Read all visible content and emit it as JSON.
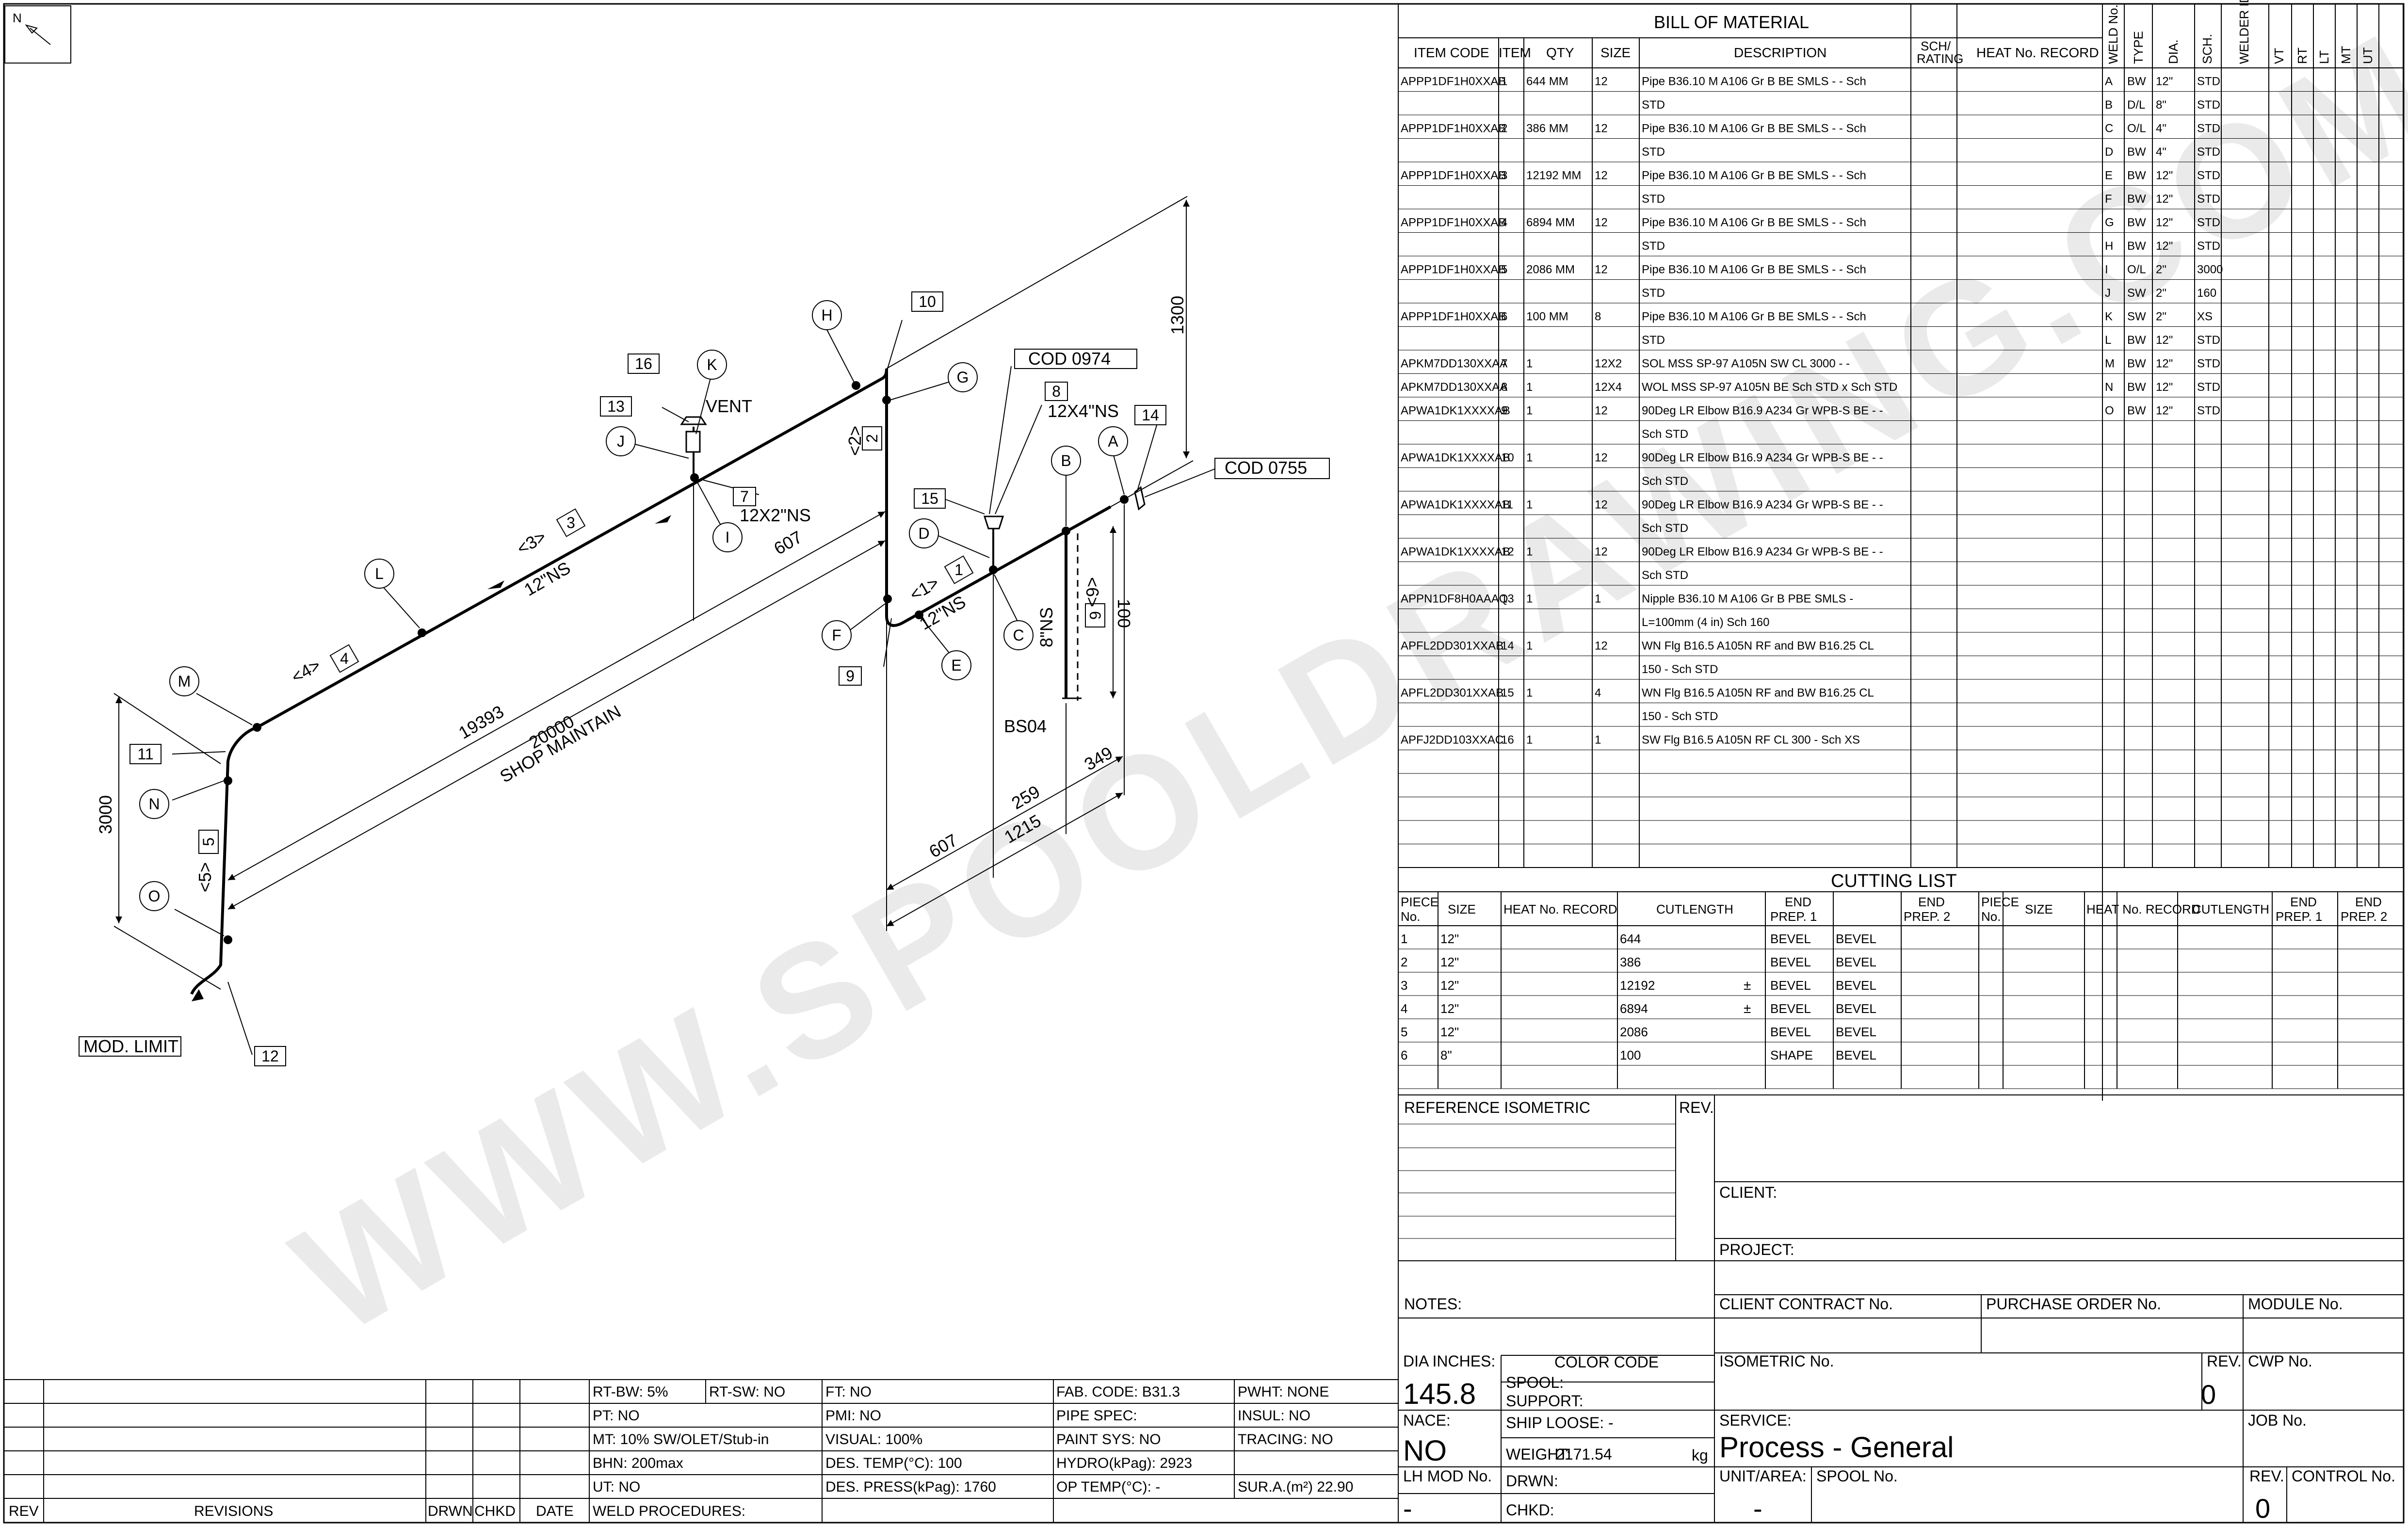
{
  "watermark": "WWW.SPOOLDRAWING.COM",
  "north": "N",
  "iso": {
    "welds": [
      "A",
      "B",
      "C",
      "D",
      "E",
      "F",
      "G",
      "H",
      "I",
      "J",
      "K",
      "L",
      "M",
      "N",
      "O"
    ],
    "item_tags": [
      "1",
      "2",
      "3",
      "4",
      "5",
      "6",
      "7",
      "8",
      "9",
      "10",
      "11",
      "12",
      "13",
      "14",
      "15",
      "16"
    ],
    "segment_tags": [
      "<1>",
      "<2>",
      "<3>",
      "<4>",
      "<5>",
      "<6>"
    ],
    "texts": {
      "vent": "VENT",
      "ns12x2": "12X2\"NS",
      "ns12x4": "12X4\"NS",
      "ns12a": "12\"NS",
      "ns12b": "12\"NS",
      "ns8": "8\"NS",
      "cod0974": "COD 0974",
      "cod0755": "COD 0755",
      "bs04": "BS04",
      "mod_limit": "MOD. LIMIT",
      "shop_maintain": "SHOP MAINTAIN"
    },
    "dims": {
      "d1300": "1300",
      "d607a": "607",
      "d19393": "19393",
      "d20000": "20000",
      "d3000": "3000",
      "d100": "100",
      "d607b": "607",
      "d259": "259",
      "d349": "349",
      "d1215": "1215"
    }
  },
  "bom": {
    "title": "BILL OF MATERIAL",
    "headers": [
      "ITEM CODE",
      "ITEM",
      "QTY",
      "SIZE",
      "DESCRIPTION",
      "SCH/ RATING",
      "HEAT No. RECORD"
    ],
    "rows": [
      [
        "APPP1DF1H0XXAB",
        "1",
        "644 MM",
        "12",
        "Pipe B36.10 M A106 Gr B BE SMLS - - Sch"
      ],
      [
        "",
        "",
        "",
        "",
        "STD"
      ],
      [
        "APPP1DF1H0XXAB",
        "2",
        "386 MM",
        "12",
        "Pipe B36.10 M A106 Gr B BE SMLS - - Sch"
      ],
      [
        "",
        "",
        "",
        "",
        "STD"
      ],
      [
        "APPP1DF1H0XXAB",
        "3",
        "12192 MM",
        "12",
        "Pipe B36.10 M A106 Gr B BE SMLS - - Sch"
      ],
      [
        "",
        "",
        "",
        "",
        "STD"
      ],
      [
        "APPP1DF1H0XXAB",
        "4",
        "6894 MM",
        "12",
        "Pipe B36.10 M A106 Gr B BE SMLS - - Sch"
      ],
      [
        "",
        "",
        "",
        "",
        "STD"
      ],
      [
        "APPP1DF1H0XXAB",
        "5",
        "2086 MM",
        "12",
        "Pipe B36.10 M A106 Gr B BE SMLS - - Sch"
      ],
      [
        "",
        "",
        "",
        "",
        "STD"
      ],
      [
        "APPP1DF1H0XXAB",
        "6",
        "100 MM",
        "8",
        "Pipe B36.10 M A106 Gr B BE SMLS - - Sch"
      ],
      [
        "",
        "",
        "",
        "",
        "STD"
      ],
      [
        "APKM7DD130XXAA",
        "7",
        "1",
        "12X2",
        "SOL MSS SP-97 A105N SW CL 3000 - -"
      ],
      [
        "APKM7DD130XXAA",
        "8",
        "1",
        "12X4",
        "WOL MSS SP-97 A105N BE Sch STD x Sch STD"
      ],
      [
        "APWA1DK1XXXXAB",
        "9",
        "1",
        "12",
        "90Deg LR Elbow B16.9 A234 Gr WPB-S BE - -"
      ],
      [
        "",
        "",
        "",
        "",
        "Sch STD"
      ],
      [
        "APWA1DK1XXXXAB",
        "10",
        "1",
        "12",
        "90Deg LR Elbow B16.9 A234 Gr WPB-S BE - -"
      ],
      [
        "",
        "",
        "",
        "",
        "Sch STD"
      ],
      [
        "APWA1DK1XXXXAB",
        "11",
        "1",
        "12",
        "90Deg LR Elbow B16.9 A234 Gr WPB-S BE - -"
      ],
      [
        "",
        "",
        "",
        "",
        "Sch STD"
      ],
      [
        "APWA1DK1XXXXAB",
        "12",
        "1",
        "12",
        "90Deg LR Elbow B16.9 A234 Gr WPB-S BE - -"
      ],
      [
        "",
        "",
        "",
        "",
        "Sch STD"
      ],
      [
        "APPN1DF8H0AAAQ",
        "13",
        "1",
        "1",
        "Nipple B36.10 M A106 Gr B PBE SMLS -"
      ],
      [
        "",
        "",
        "",
        "",
        "L=100mm (4 in) Sch 160"
      ],
      [
        "APFL2DD301XXAB",
        "14",
        "1",
        "12",
        "WN Flg B16.5 A105N RF and BW B16.25 CL"
      ],
      [
        "",
        "",
        "",
        "",
        "150 - Sch STD"
      ],
      [
        "APFL2DD301XXAB",
        "15",
        "1",
        "4",
        "WN Flg B16.5 A105N RF and BW B16.25 CL"
      ],
      [
        "",
        "",
        "",
        "",
        "150 - Sch STD"
      ],
      [
        "APFJ2DD103XXAC",
        "16",
        "1",
        "1",
        "SW Flg B16.5 A105N RF CL 300 - Sch XS"
      ]
    ]
  },
  "weld_table": {
    "headers": [
      "WELD No.",
      "TYPE",
      "DIA.",
      "SCH.",
      "WELDER ID",
      "VT",
      "RT",
      "LT",
      "MT",
      "UT"
    ],
    "rows": [
      [
        "A",
        "BW",
        "12\"",
        "STD"
      ],
      [
        "B",
        "D/L",
        "8\"",
        "STD"
      ],
      [
        "C",
        "O/L",
        "4\"",
        "STD"
      ],
      [
        "D",
        "BW",
        "4\"",
        "STD"
      ],
      [
        "E",
        "BW",
        "12\"",
        "STD"
      ],
      [
        "F",
        "BW",
        "12\"",
        "STD"
      ],
      [
        "G",
        "BW",
        "12\"",
        "STD"
      ],
      [
        "H",
        "BW",
        "12\"",
        "STD"
      ],
      [
        "I",
        "O/L",
        "2\"",
        "3000"
      ],
      [
        "J",
        "SW",
        "2\"",
        "160"
      ],
      [
        "K",
        "SW",
        "2\"",
        "XS"
      ],
      [
        "L",
        "BW",
        "12\"",
        "STD"
      ],
      [
        "M",
        "BW",
        "12\"",
        "STD"
      ],
      [
        "N",
        "BW",
        "12\"",
        "STD"
      ],
      [
        "O",
        "BW",
        "12\"",
        "STD"
      ]
    ]
  },
  "cutting": {
    "title": "CUTTING LIST",
    "headers": [
      "PIECE No.",
      "SIZE",
      "HEAT No. RECORD",
      "CUTLENGTH",
      "END PREP. 1",
      "END PREP. 2"
    ],
    "rows": [
      [
        "1",
        "12\"",
        "",
        "644",
        "",
        "BEVEL",
        "BEVEL"
      ],
      [
        "2",
        "12\"",
        "",
        "386",
        "",
        "BEVEL",
        "BEVEL"
      ],
      [
        "3",
        "12\"",
        "",
        "12192",
        "±",
        "BEVEL",
        "BEVEL"
      ],
      [
        "4",
        "12\"",
        "",
        "6894",
        "±",
        "BEVEL",
        "BEVEL"
      ],
      [
        "5",
        "12\"",
        "",
        "2086",
        "",
        "BEVEL",
        "BEVEL"
      ],
      [
        "6",
        "8\"",
        "",
        "100",
        "",
        "SHAPE",
        "BEVEL"
      ]
    ]
  },
  "title_block": {
    "reference_isometric": "REFERENCE ISOMETRIC",
    "rev": "REV.",
    "client": "CLIENT:",
    "project": "PROJECT:",
    "notes": "NOTES:",
    "client_contract": "CLIENT CONTRACT No.",
    "purchase_order": "PURCHASE ORDER No.",
    "module": "MODULE No.",
    "dia_inches_label": "DIA INCHES:",
    "dia_inches": "145.8",
    "color_code": "COLOR CODE",
    "spool": "SPOOL:",
    "support": "SUPPORT:",
    "isometric_no": "ISOMETRIC No.",
    "iso_rev": "REV.",
    "iso_rev_val": "0",
    "cwp": "CWP No.",
    "nace_label": "NACE:",
    "nace": "NO",
    "ship_loose": "SHIP LOOSE: -",
    "weight_label": "WEIGHT:",
    "weight": "2171.54",
    "weight_unit": "kg",
    "service_label": "SERVICE:",
    "service": "Process - General",
    "job": "JOB No.",
    "lh_mod": "LH MOD No.",
    "lh_mod_val": "-",
    "drwn": "DRWN:",
    "chkd": "CHKD:",
    "unit_area": "UNIT/AREA:",
    "unit_area_val": "-",
    "spool_no": "SPOOL No.",
    "rev2": "REV.",
    "rev2_val": "0",
    "control": "CONTROL No."
  },
  "specs": {
    "rt_bw": "RT-BW: 5%",
    "rt_sw": "RT-SW: NO",
    "ft": "FT: NO",
    "fab_code": "FAB. CODE: B31.3",
    "pwht": "PWHT: NONE",
    "pt": "PT: NO",
    "pmi": "PMI: NO",
    "pipe_spec": "PIPE SPEC:",
    "insul": "INSUL: NO",
    "mt": "MT: 10% SW/OLET/Stub-in",
    "visual": "VISUAL: 100%",
    "paint": "PAINT SYS: NO",
    "tracing": "TRACING: NO",
    "bhn": "BHN: 200max",
    "des_temp": "DES. TEMP(°C): 100",
    "hydro": "HYDRO(kPag): 2923",
    "ut": "UT: NO",
    "des_press": "DES. PRESS(kPag): 1760",
    "op_temp": "OP TEMP(°C): -",
    "sura": "SUR.A.(m²) 22.90",
    "rev": "REV",
    "revisions": "REVISIONS",
    "drwn": "DRWN",
    "chkd": "CHKD",
    "date": "DATE",
    "weld_procedures": "WELD PROCEDURES:"
  }
}
